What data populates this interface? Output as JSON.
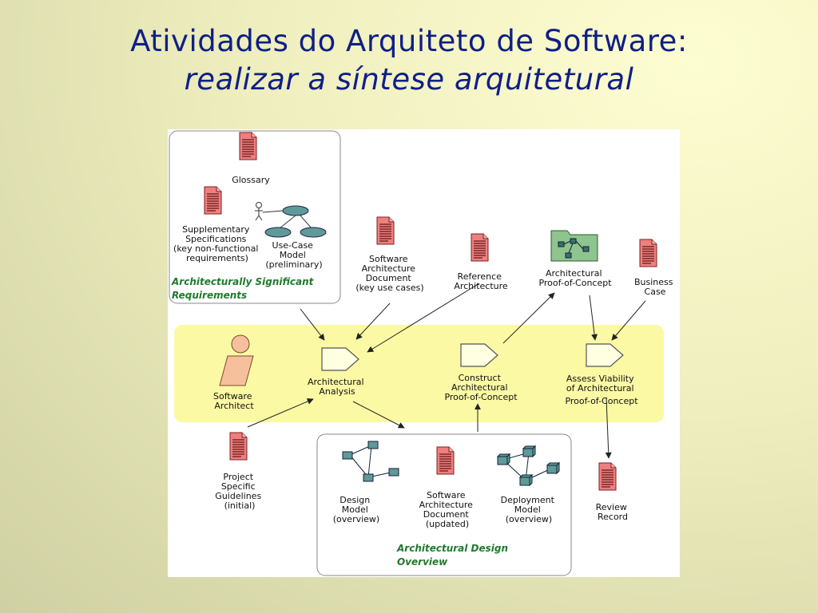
{
  "slide": {
    "title_line1": "Atividades do Arquiteto de Software:",
    "title_line2": "realizar a síntese arquitetural"
  },
  "diagram": {
    "groups": {
      "requirements": [
        "Architecturally Significant",
        "Requirements"
      ],
      "design_overview": [
        "Architectural Design",
        "Overview"
      ]
    },
    "artifacts": {
      "glossary": [
        "Glossary"
      ],
      "supplementary": [
        "Supplementary",
        "Specifications",
        "(key non-functional",
        "requirements)"
      ],
      "use_case_model": [
        "Use-Case",
        "Model",
        "(preliminary)"
      ],
      "sad_key": [
        "Software",
        "Architecture",
        "Document",
        "(key use cases)"
      ],
      "reference_arch": [
        "Reference",
        "Architecture"
      ],
      "arch_poc": [
        "Architectural",
        "Proof-of-Concept"
      ],
      "business_case": [
        "Business",
        "Case"
      ],
      "project_guidelines": [
        "Project",
        "Specific",
        "Guidelines",
        "(initial)"
      ],
      "design_model": [
        "Design",
        "Model",
        "(overview)"
      ],
      "sad_updated": [
        "Software",
        "Architecture",
        "Document",
        "(updated)"
      ],
      "deployment_model": [
        "Deployment",
        "Model",
        "(overview)"
      ],
      "review_record": [
        "Review",
        "Record"
      ]
    },
    "roles": {
      "software_architect": [
        "Software",
        "Architect"
      ]
    },
    "activities": {
      "architectural_analysis": [
        "Architectural",
        "Analysis"
      ],
      "construct_poc": [
        "Construct",
        "Architectural",
        "Proof-of-Concept"
      ],
      "assess_viability": [
        "Assess Viability",
        "of Architectural",
        "Proof-of-Concept"
      ]
    },
    "colors": {
      "document_fill": "#ef7f7f",
      "activity_band": "#fbf9a4",
      "activity_fill": "#ffffe2",
      "model_fill": "#5f9a9a",
      "group_label": "#1f7a2b",
      "role_fill": "#f7c09d"
    }
  }
}
